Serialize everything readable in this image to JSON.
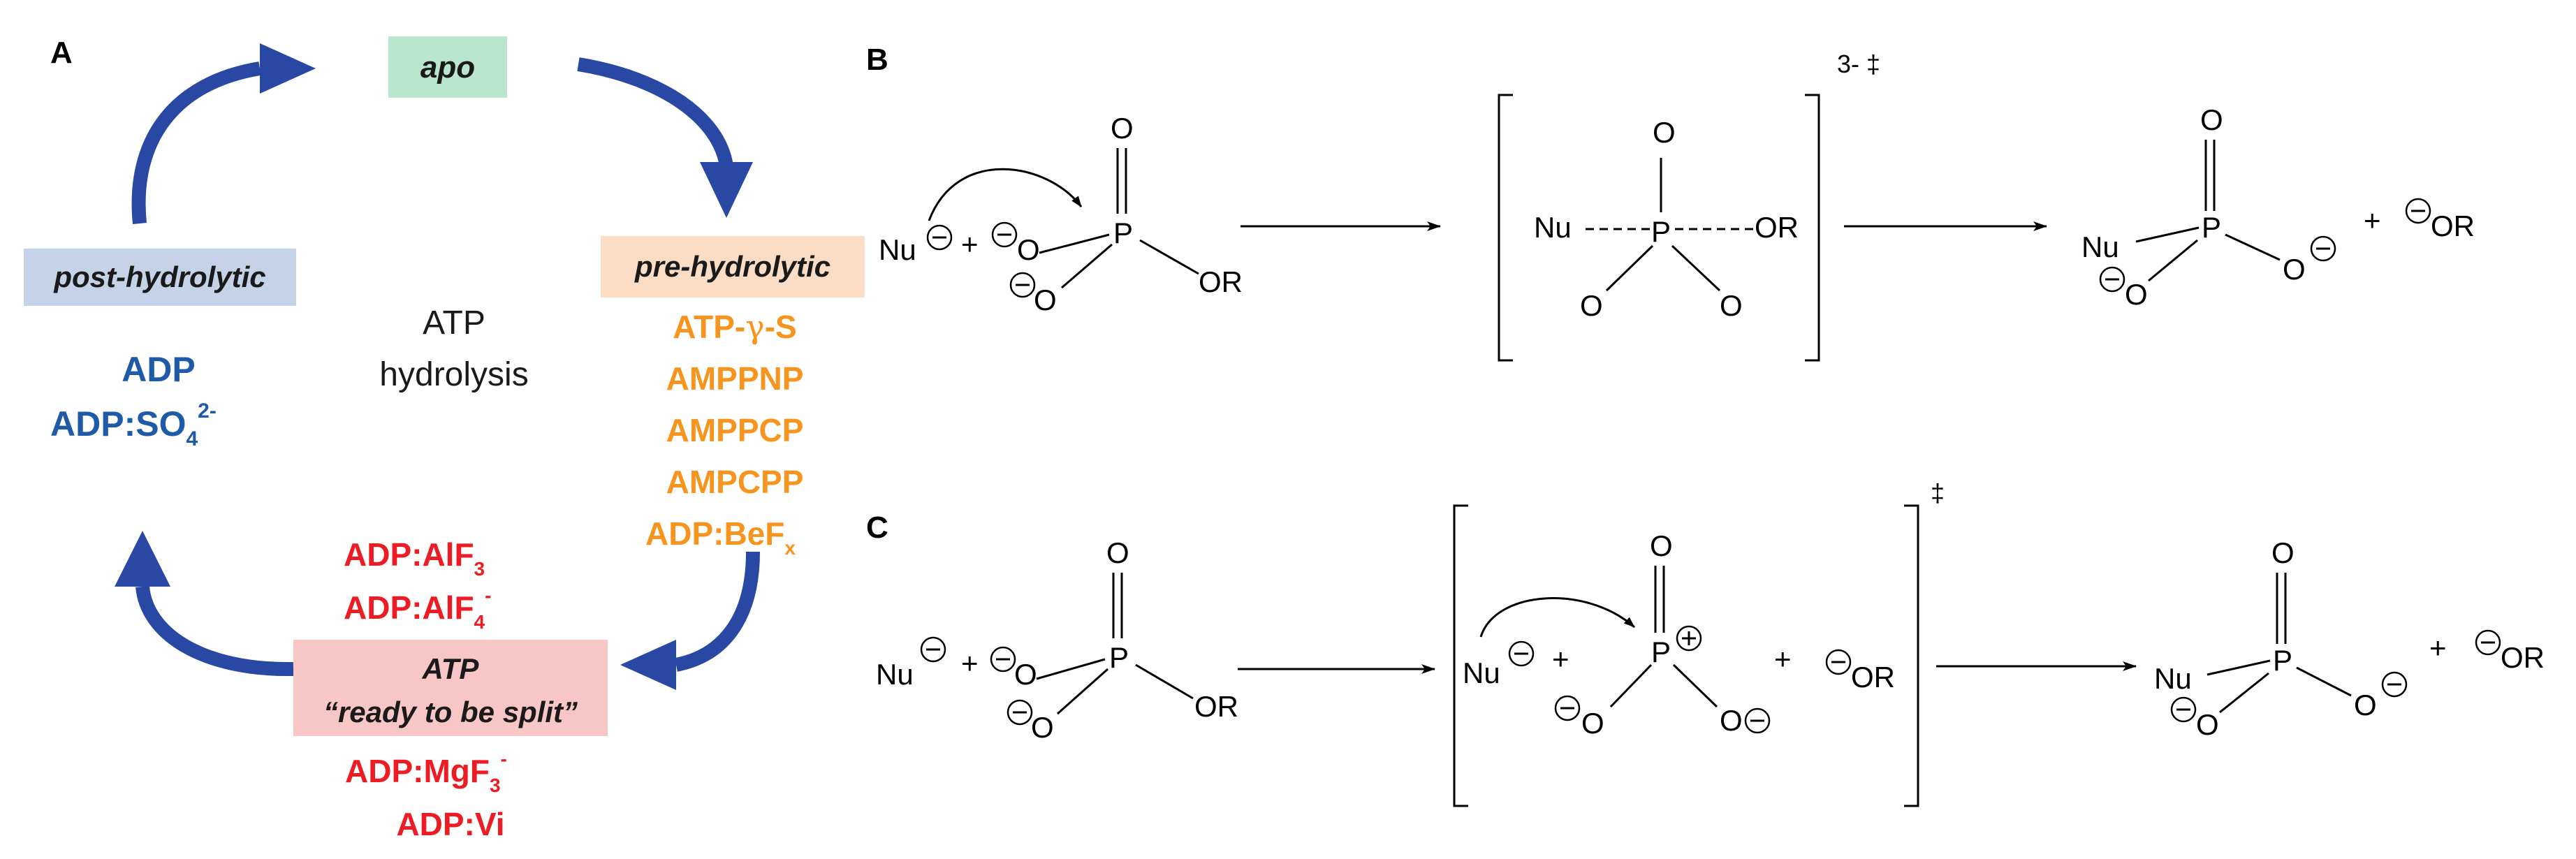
{
  "panels": {
    "a": "A",
    "b": "B",
    "c": "C"
  },
  "colors": {
    "arrow_blue": "#2948a4",
    "post_text": "#1f5aa8",
    "pre_text": "#f7941d",
    "ready_text": "#ed1c24",
    "apo_box": "#b9e6cf",
    "post_box": "#c5d3e8",
    "pre_box": "#fbdcc4",
    "ready_box": "#f8c6c4"
  },
  "cycle": {
    "apo": "apo",
    "post_hydrolytic": "post-hydrolytic",
    "pre_hydrolytic": "pre-hydrolytic",
    "center_line1": "ATP",
    "center_line2": "hydrolysis",
    "post_items": [
      "ADP",
      "ADP:SO"
    ],
    "post_sub": "4",
    "post_sup": "2-",
    "pre_items": [
      "ATP-",
      "γ",
      "-S",
      "AMPPNP",
      "AMPPCP",
      "AMPCPP",
      "ADP:BeF"
    ],
    "pre_sub": "x",
    "ready_line1": "ATP",
    "ready_line2": "“ready to be split”",
    "ready_above": [
      "ADP:AlF",
      "ADP:AlF"
    ],
    "ready_above_sub": [
      "3",
      "4"
    ],
    "ready_above_sup": "-",
    "ready_below": [
      "ADP:MgF",
      "ADP:Vi"
    ],
    "ready_below_sub": "3",
    "ready_below_sup": "-"
  },
  "mechanism": {
    "nu": "Nu",
    "plus": "+",
    "p": "P",
    "o": "O",
    "or": "OR",
    "minus": "−",
    "pos": "+",
    "ts_b": "3- ‡",
    "ts_c": "‡"
  }
}
